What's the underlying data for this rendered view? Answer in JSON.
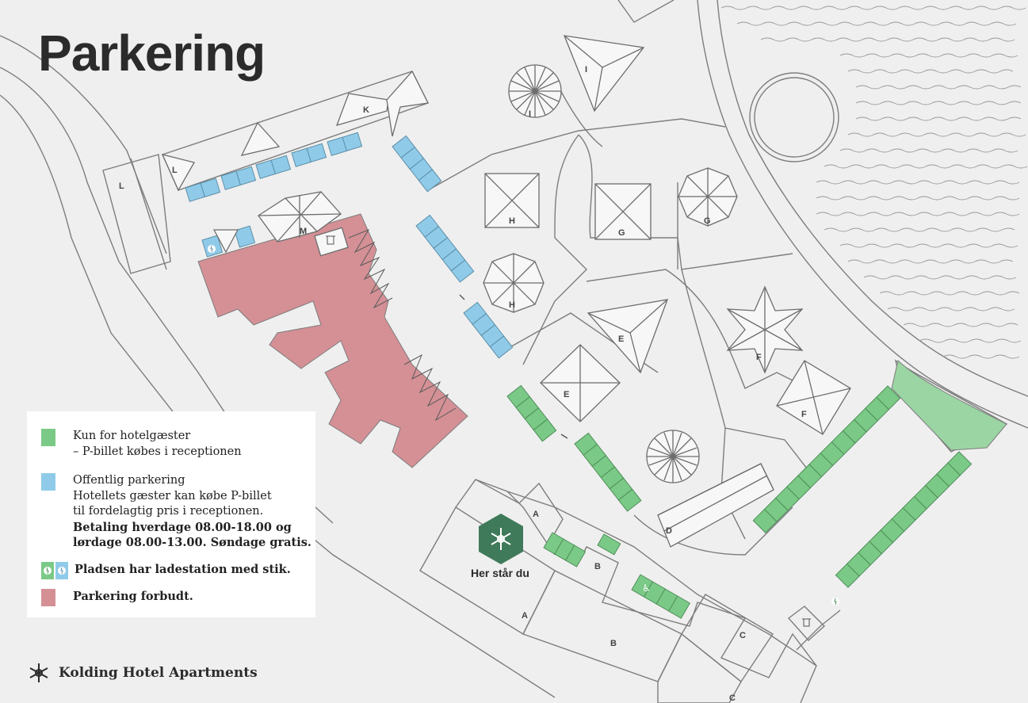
{
  "title": "Parkering",
  "legend": {
    "hotel_guests": {
      "line1": "Kun for hotelgæster",
      "line2": "– P-billet købes i receptionen",
      "color": "#7bc986"
    },
    "public": {
      "line1": "Offentlig parkering",
      "line2": "Hotellets gæster kan købe P-billet",
      "line3": "til fordelagtig pris i receptionen.",
      "line4": "Betaling hverdage 08.00-18.00 og",
      "line5": "lørdage 08.00-13.00. Søndage gratis.",
      "color": "#8fcbe9"
    },
    "charging": {
      "text": "Pladsen har ladestation med stik."
    },
    "forbidden": {
      "text": "Parkering forbudt.",
      "color": "#d49095"
    }
  },
  "you_are_here": "Her står du",
  "brand": "Kolding Hotel Apartments",
  "building_labels": {
    "K": "K",
    "L": "L",
    "M": "M",
    "I": "I",
    "H": "H",
    "G": "G",
    "E": "E",
    "F": "F",
    "D": "D",
    "A": "A",
    "B": "B",
    "C": "C"
  },
  "colors": {
    "background": "#efefef",
    "lines": "#7a7a7a",
    "here_marker": "#3f7a5a"
  }
}
